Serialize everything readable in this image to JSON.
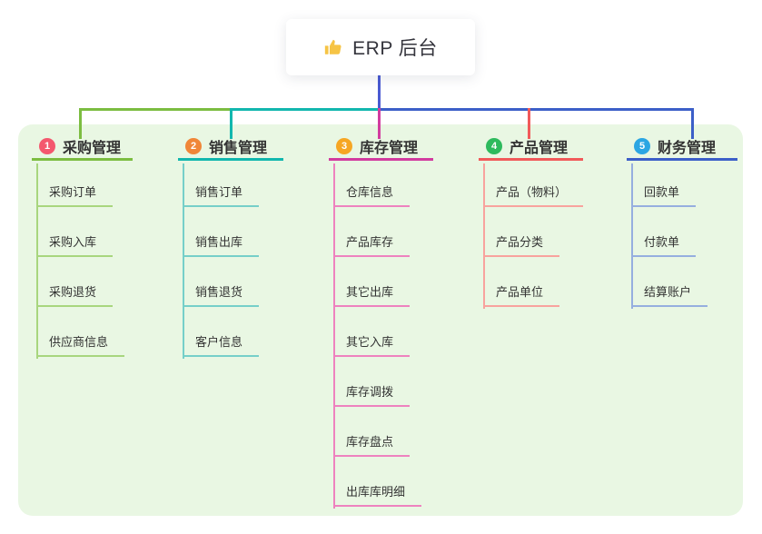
{
  "root": {
    "label": "ERP 后台",
    "icon": "thumbs-up-icon",
    "icon_color": "#f6c445"
  },
  "panel": {
    "background": "#e9f7e3"
  },
  "connector": {
    "root_line_color": "#4a5ad2"
  },
  "branches": [
    {
      "num": "1",
      "label": "采购管理",
      "badge_color": "#f4586e",
      "line_color": "#7cbd41",
      "child_line_color": "#a8d67e",
      "children": [
        {
          "label": "采购订单"
        },
        {
          "label": "采购入库"
        },
        {
          "label": "采购退货"
        },
        {
          "label": "供应商信息"
        }
      ]
    },
    {
      "num": "2",
      "label": "销售管理",
      "badge_color": "#f08638",
      "line_color": "#12b7ae",
      "child_line_color": "#76cfc9",
      "children": [
        {
          "label": "销售订单"
        },
        {
          "label": "销售出库"
        },
        {
          "label": "销售退货"
        },
        {
          "label": "客户信息"
        }
      ]
    },
    {
      "num": "3",
      "label": "库存管理",
      "badge_color": "#f6a623",
      "line_color": "#d23c9f",
      "child_line_color": "#ee82bf",
      "children": [
        {
          "label": "仓库信息"
        },
        {
          "label": "产品库存"
        },
        {
          "label": "其它出库"
        },
        {
          "label": "其它入库"
        },
        {
          "label": "库存调拨"
        },
        {
          "label": "库存盘点"
        },
        {
          "label": "出库库明细"
        }
      ]
    },
    {
      "num": "4",
      "label": "产品管理",
      "badge_color": "#2eba5d",
      "line_color": "#f15a5a",
      "child_line_color": "#f8a39e",
      "children": [
        {
          "label": "产品（物料）"
        },
        {
          "label": "产品分类"
        },
        {
          "label": "产品单位"
        }
      ]
    },
    {
      "num": "5",
      "label": "财务管理",
      "badge_color": "#2ba6e3",
      "line_color": "#3c5fc8",
      "child_line_color": "#96afdf",
      "children": [
        {
          "label": "回款单"
        },
        {
          "label": "付款单"
        },
        {
          "label": "结算账户"
        }
      ]
    }
  ]
}
